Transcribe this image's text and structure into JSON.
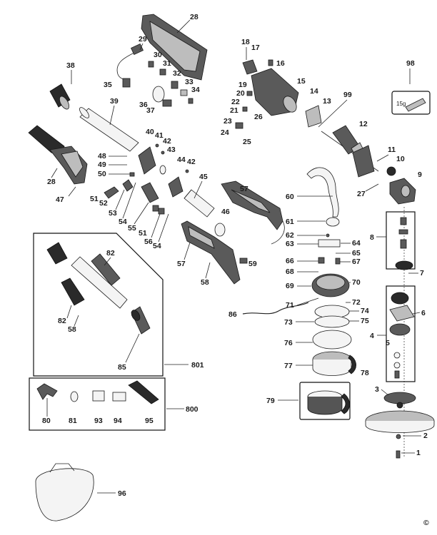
{
  "labels": [
    "28",
    "29",
    "30",
    "31",
    "32",
    "33",
    "34",
    "35",
    "36",
    "37",
    "38",
    "39",
    "40",
    "41",
    "42",
    "43",
    "44",
    "42b",
    "45",
    "46",
    "47",
    "48",
    "49",
    "50",
    "51",
    "52",
    "53",
    "54",
    "55",
    "51b",
    "56",
    "54b",
    "57",
    "57b",
    "58",
    "59",
    "60",
    "61",
    "62",
    "63",
    "64",
    "65",
    "66",
    "67",
    "68",
    "69",
    "70",
    "71",
    "72",
    "73",
    "74",
    "75",
    "76",
    "77",
    "78",
    "79",
    "86",
    "18",
    "17",
    "16",
    "15",
    "19",
    "20",
    "22",
    "21",
    "26",
    "14",
    "13",
    "23",
    "24",
    "25",
    "99",
    "12",
    "11",
    "10",
    "27",
    "9",
    "98",
    "8",
    "7",
    "6",
    "4",
    "5",
    "3",
    "2",
    "1",
    "82",
    "82b",
    "58b",
    "85",
    "801",
    "80",
    "81",
    "93",
    "94",
    "95",
    "800",
    "96"
  ],
  "text": {
    "l28a": "28",
    "l29": "29",
    "l30": "30",
    "l31": "31",
    "l32": "32",
    "l33": "33",
    "l34": "34",
    "l35": "35",
    "l36": "36",
    "l37": "37",
    "l38": "38",
    "l39": "39",
    "l40": "40",
    "l41": "41",
    "l42a": "42",
    "l43": "43",
    "l44": "44",
    "l42b": "42",
    "l45": "45",
    "l46": "46",
    "l47": "47",
    "l48": "48",
    "l49": "49",
    "l50": "50",
    "l51a": "51",
    "l52": "52",
    "l53": "53",
    "l54a": "54",
    "l55": "55",
    "l51b": "51",
    "l56": "56",
    "l54b": "54",
    "l57a": "57",
    "l57b": "57",
    "l58a": "58",
    "l59": "59",
    "l28b": "28",
    "l60": "60",
    "l61": "61",
    "l62": "62",
    "l63": "63",
    "l64": "64",
    "l65": "65",
    "l66": "66",
    "l67": "67",
    "l68": "68",
    "l69": "69",
    "l70": "70",
    "l71": "71",
    "l72": "72",
    "l73": "73",
    "l74": "74",
    "l75": "75",
    "l76": "76",
    "l77": "77",
    "l78": "78",
    "l79": "79",
    "l86": "86",
    "l18": "18",
    "l17": "17",
    "l16": "16",
    "l15": "15",
    "l19": "19",
    "l20": "20",
    "l22": "22",
    "l21": "21",
    "l26": "26",
    "l14": "14",
    "l13": "13",
    "l23": "23",
    "l24": "24",
    "l25": "25",
    "l99": "99",
    "l12": "12",
    "l11": "11",
    "l10": "10",
    "l27": "27",
    "l9": "9",
    "l98": "98",
    "l8": "8",
    "l7": "7",
    "l6": "6",
    "l4": "4",
    "l5": "5",
    "l3": "3",
    "l2": "2",
    "l1": "1",
    "l82a": "82",
    "l82b": "82",
    "l58b": "58",
    "l85": "85",
    "l801": "801",
    "l80": "80",
    "l81": "81",
    "l93": "93",
    "l94": "94",
    "l95": "95",
    "l800": "800",
    "l96": "96",
    "grease": "15g",
    "copyright": "©"
  }
}
